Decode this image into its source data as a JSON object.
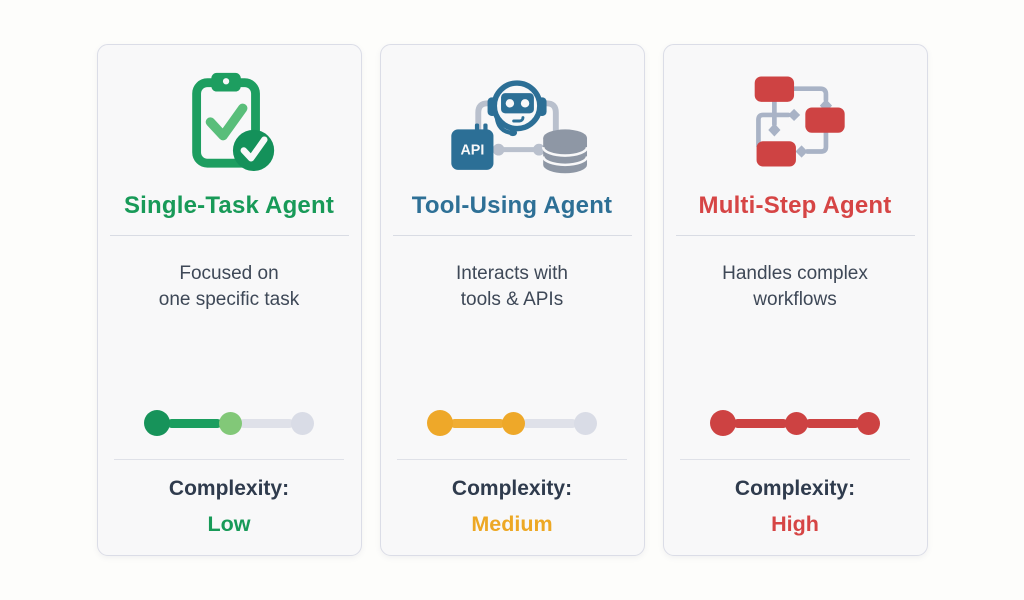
{
  "page": {
    "background": "#fdfdfb"
  },
  "cards": [
    {
      "title": "Single-Task Agent",
      "description": "Focused on\none specific task",
      "complexity_label": "Complexity:",
      "complexity_value": "Low",
      "icon": "clipboard-check-icon",
      "accent_color": "#189a58",
      "value_color": "#189a58",
      "icon_colors": {
        "main": "#1d9e60",
        "check": "#59be7a",
        "badge": "#14915a"
      },
      "progress": {
        "dots": [
          "#17935a",
          "#82c878",
          "#d9dce6"
        ],
        "lines": [
          "#1b9e5f",
          "#dfe1e9"
        ]
      }
    },
    {
      "title": "Tool-Using Agent",
      "description": "Interacts with\ntools & APIs",
      "complexity_label": "Complexity:",
      "complexity_value": "Medium",
      "icon": "robot-api-database-icon",
      "accent_color": "#2e7096",
      "value_color": "#eda824",
      "icon_colors": {
        "main": "#2c6f96",
        "connector": "#b9c0cd",
        "database": "#8e97a5",
        "chip_label": "API"
      },
      "progress": {
        "dots": [
          "#eea829",
          "#eea829",
          "#d9dce6"
        ],
        "lines": [
          "#f0ad33",
          "#dfe1e9"
        ]
      }
    },
    {
      "title": "Multi-Step Agent",
      "description": "Handles complex\nworkflows",
      "complexity_label": "Complexity:",
      "complexity_value": "High",
      "icon": "flowchart-icon",
      "accent_color": "#d64545",
      "value_color": "#d64545",
      "icon_colors": {
        "main": "#ce4343",
        "connector": "#a9b3c6"
      },
      "progress": {
        "dots": [
          "#cd4242",
          "#cd4242",
          "#cd4242"
        ],
        "lines": [
          "#cd4242",
          "#cd4242"
        ]
      }
    }
  ]
}
